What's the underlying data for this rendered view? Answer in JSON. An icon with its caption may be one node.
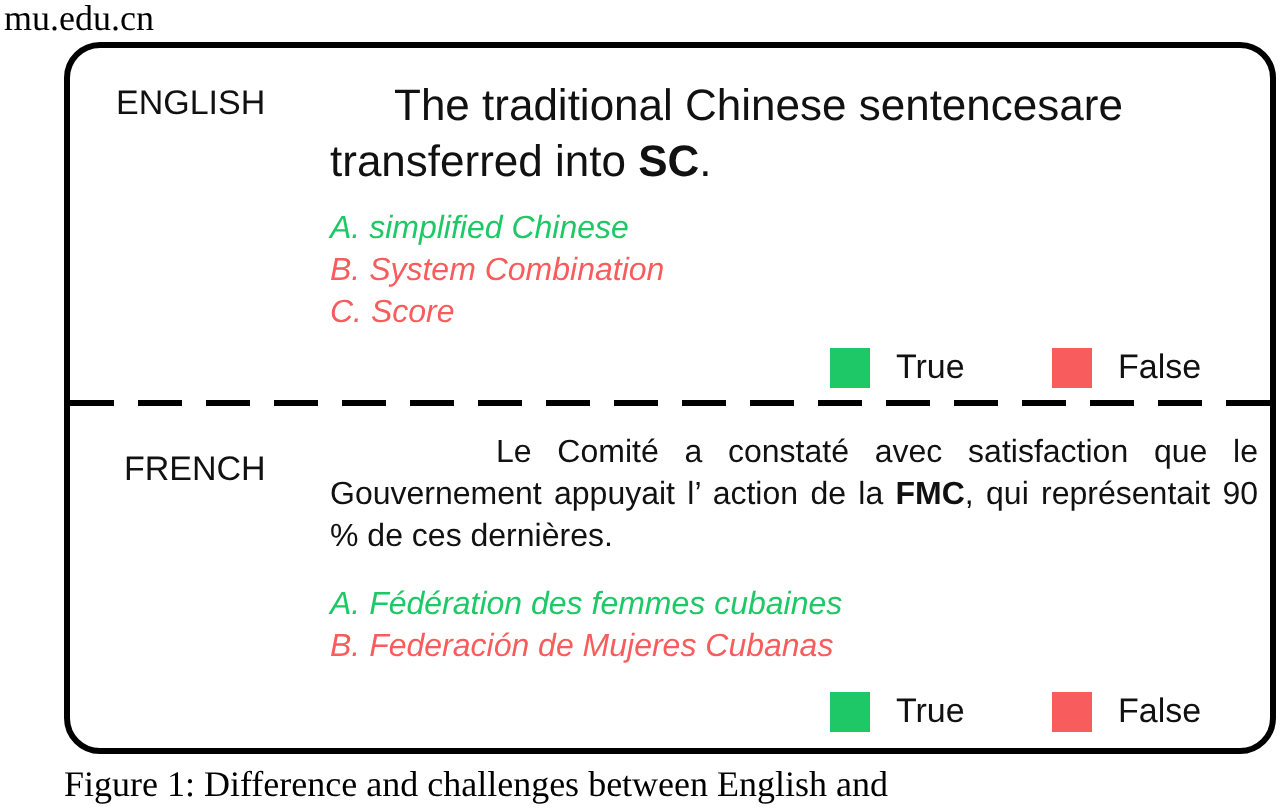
{
  "diagram": {
    "caption": "Figure 1: Difference and challenges between English and",
    "nodes": [
      {
        "text": [],
        "shape": "box"
      },
      {
        "text": [
          "ENGLISH",
          "The traditional Chinese sentencesare transferred into **SC**.",
          "A. simplified Chinese",
          "B. System Combination",
          "C. Score"
        ],
        "in": 0
      },
      {
        "text": [
          "FRENCH",
          "Le Comité a constaté avec satisfaction que le Gouvernement appuyait l’ action de la **FMC**, qui représentait 90 % de ces dernières.",
          "A. Fédération des femmes cubaines",
          "B. Federación de Mujeres Cubanas"
        ],
        "in": 0
      }
    ],
    "labels": [
      "mu.edu.cn"
    ],
    "legend": [
      {
        "text": "True",
        "color": "#1fc866"
      },
      {
        "text": "False",
        "color": "#f85c5c"
      },
      {
        "text": "True",
        "color": "#1fc866"
      },
      {
        "text": "False",
        "color": "#f85c5c"
      }
    ]
  }
}
